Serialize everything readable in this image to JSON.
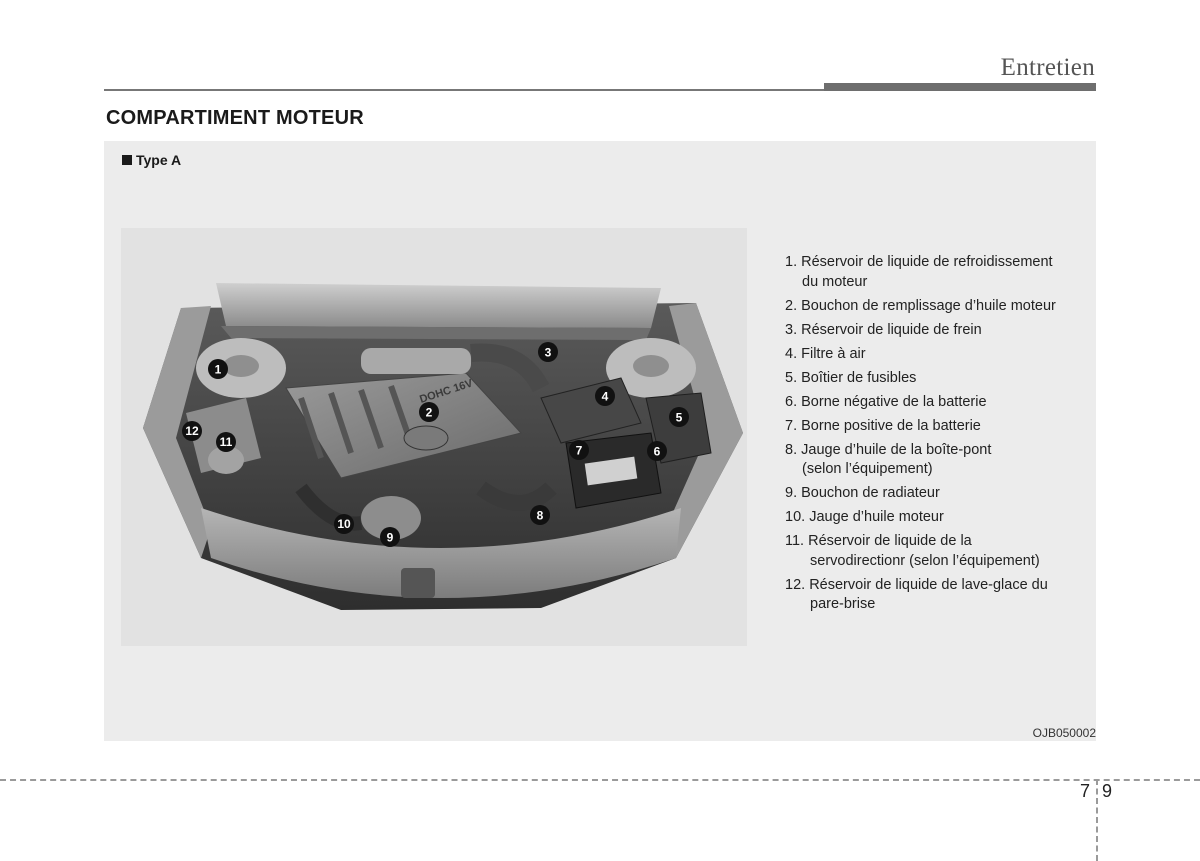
{
  "header": {
    "section_title": "Entretien",
    "page_heading": "COMPARTIMENT MOTEUR"
  },
  "figure": {
    "type_label": "Type A",
    "code": "OJB050002",
    "engine_cover_text": "DOHC 16V",
    "callouts": [
      "1",
      "2",
      "3",
      "4",
      "5",
      "6",
      "7",
      "8",
      "9",
      "10",
      "11",
      "12"
    ]
  },
  "legend": [
    {
      "num": "1.",
      "line1": "Réservoir de liquide de refroidissement",
      "line2": "du moteur"
    },
    {
      "num": "2.",
      "line1": "Bouchon de remplissage d’huile moteur",
      "line2": ""
    },
    {
      "num": "3.",
      "line1": "Réservoir de liquide de frein",
      "line2": ""
    },
    {
      "num": "4.",
      "line1": "Filtre à air",
      "line2": ""
    },
    {
      "num": "5.",
      "line1": "Boîtier de fusibles",
      "line2": ""
    },
    {
      "num": "6.",
      "line1": "Borne négative de la batterie",
      "line2": ""
    },
    {
      "num": "7.",
      "line1": "Borne positive de la batterie",
      "line2": ""
    },
    {
      "num": "8.",
      "line1": "Jauge d’huile de la boîte-pont",
      "line2": "(selon l’équipement)"
    },
    {
      "num": "9.",
      "line1": "Bouchon de radiateur",
      "line2": ""
    },
    {
      "num": "10.",
      "line1": "Jauge d’huile moteur",
      "line2": ""
    },
    {
      "num": "11.",
      "line1": "Réservoir de liquide de la",
      "line2": "servodirectionr (selon l’équipement)"
    },
    {
      "num": "12.",
      "line1": "Réservoir de liquide de lave-glace du",
      "line2": "pare-brise"
    }
  ],
  "footer": {
    "chapter": "7",
    "page": "9"
  }
}
